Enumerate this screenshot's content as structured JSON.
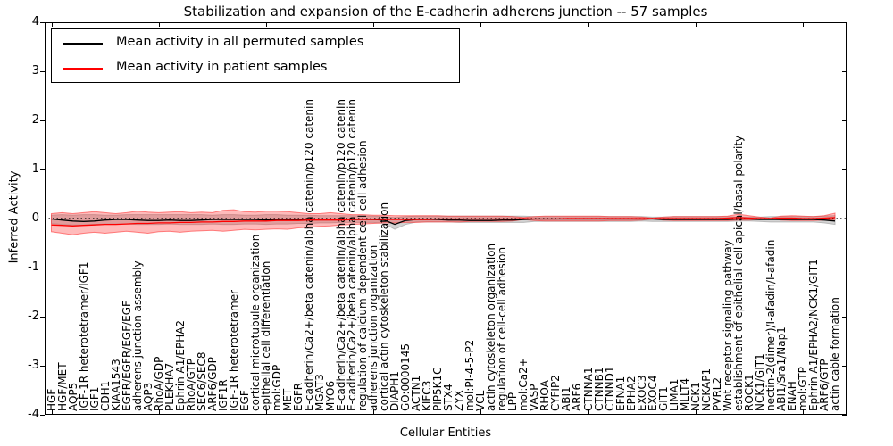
{
  "title": "Stabilization and expansion of the E-cadherin adherens junction -- 57 samples",
  "axes": {
    "xlabel": "Cellular Entities",
    "ylabel": "Inferred Activity",
    "ytick_labels": [
      "4",
      "3",
      "2",
      "1",
      "0",
      "-1",
      "-2",
      "-3",
      "-4"
    ]
  },
  "legend": {
    "items": [
      {
        "label": "Mean activity in all permuted samples",
        "color": "#000000"
      },
      {
        "label": "Mean activity in patient samples",
        "color": "#ff0000"
      }
    ]
  },
  "colors": {
    "permuted_line": "#000000",
    "patient_line": "#ff0000",
    "permuted_band": "#a8a8a8",
    "patient_band": "#ff3030",
    "zero_line": "#000000"
  },
  "chart_data": {
    "type": "line",
    "title": "Stabilization and expansion of the E-cadherin adherens junction -- 57 samples",
    "xlabel": "Cellular Entities",
    "ylabel": "Inferred Activity",
    "ylim": [
      -4,
      4
    ],
    "yticks": [
      4,
      3,
      2,
      1,
      0,
      -1,
      -2,
      -3,
      -4
    ],
    "grid": false,
    "legend_position": "upper left",
    "x_categories": [
      "HGF",
      "HGF/MET",
      "AQP5",
      "IGF-1R heterotetramer/IGF1",
      "IGF1",
      "CDH1",
      "KIAA1543",
      "EGFR/EGFR/EGF/EGF",
      "adherens junction assembly",
      "AQP3",
      "RhoA/GDP",
      "PLEKHA7",
      "Ephrin A1/EPHA2",
      "RhoA/GTP",
      "SEC6/SEC8",
      "ARF6/GDP",
      "IGF1R",
      "IGF-1R heterotetramer",
      "EGF",
      "cortical microtubule organization",
      "epithelial cell differentiation",
      "mol:GDP",
      "MET",
      "EGFR",
      "E-cadherin/Ca2+/beta catenin/alpha catenin/p120 catenin",
      "MGAT3",
      "MYO6",
      "E-cadherin/Ca2+/beta catenin/alpha catenin/p120 catenin",
      "E-cadherin/Ca2+/beta catenin/alpha catenin/p120 catenin",
      "regulation of calcium-dependent cell-cell adhesion",
      "adherens junction organization",
      "cortical actin cytoskeleton stabilization",
      "DIAPH1",
      "GO:0000145",
      "ACTN1",
      "KIFC3",
      "PIP5K1C",
      "STX4",
      "ZYX",
      "mol:PI-4-5-P2",
      "VCL",
      "actin cytoskeleton organization",
      "regulation of cell-cell adhesion",
      "LPP",
      "mol:Ca2+",
      "VASP",
      "RHOA",
      "CYFIP2",
      "ABI1",
      "ARF6",
      "CTNNA1",
      "CTNNB1",
      "CTNND1",
      "EFNA1",
      "EPHA2",
      "EXOC3",
      "EXOC4",
      "GIT1",
      "LIMA1",
      "MLLT4",
      "NCK1",
      "NCKAP1",
      "PVRL2",
      "Wnt receptor signaling pathway",
      "establishment of epithelial cell apical/basal polarity",
      "ROCK1",
      "NCK1/GIT1",
      "nectin-2(dimer)/I-afadin/I-afadin",
      "ABI1/Sra1/Nap1",
      "ENAH",
      "mol:GTP",
      "Ephrin A1/EPHA2/NCK1/GIT1",
      "ARF6/GTP",
      "actin cable formation"
    ],
    "series": [
      {
        "name": "Mean activity in all permuted samples",
        "color": "#000000",
        "values": [
          -0.01,
          -0.03,
          -0.05,
          -0.06,
          -0.05,
          -0.03,
          -0.02,
          -0.02,
          -0.03,
          -0.04,
          -0.04,
          -0.03,
          -0.04,
          -0.04,
          -0.03,
          -0.02,
          -0.02,
          -0.02,
          -0.02,
          -0.02,
          -0.03,
          -0.02,
          -0.02,
          -0.02,
          -0.03,
          -0.02,
          -0.02,
          -0.02,
          -0.02,
          -0.02,
          -0.02,
          -0.03,
          -0.12,
          -0.04,
          -0.02,
          -0.02,
          -0.02,
          -0.03,
          -0.03,
          -0.04,
          -0.04,
          -0.04,
          -0.03,
          -0.03,
          -0.02,
          -0.01,
          -0.01,
          -0.01,
          -0.01,
          -0.01,
          -0.01,
          -0.01,
          -0.01,
          -0.01,
          -0.01,
          -0.01,
          -0.01,
          -0.02,
          -0.02,
          -0.02,
          -0.02,
          -0.02,
          -0.02,
          -0.02,
          -0.01,
          -0.01,
          -0.02,
          -0.02,
          -0.02,
          -0.02,
          -0.02,
          -0.02,
          -0.03,
          -0.05
        ]
      },
      {
        "name": "Mean activity in patient samples",
        "color": "#ff0000",
        "values": [
          -0.13,
          -0.14,
          -0.15,
          -0.14,
          -0.13,
          -0.12,
          -0.12,
          -0.11,
          -0.1,
          -0.1,
          -0.09,
          -0.09,
          -0.08,
          -0.08,
          -0.07,
          -0.07,
          -0.06,
          -0.06,
          -0.05,
          -0.05,
          -0.05,
          -0.04,
          -0.04,
          -0.04,
          -0.03,
          -0.03,
          -0.03,
          -0.03,
          -0.02,
          -0.02,
          -0.02,
          -0.02,
          -0.02,
          -0.02,
          -0.02,
          -0.02,
          -0.01,
          -0.01,
          -0.01,
          -0.01,
          -0.01,
          -0.01,
          -0.01,
          -0.01,
          0.0,
          -0.01,
          -0.01,
          -0.01,
          0.0,
          0.0,
          0.0,
          0.0,
          0.0,
          0.0,
          0.0,
          0.0,
          0.0,
          0.0,
          0.0,
          0.0,
          0.0,
          0.0,
          0.0,
          0.01,
          0.02,
          0.01,
          0.0,
          0.0,
          0.01,
          0.01,
          0.0,
          0.0,
          0.01,
          0.02
        ]
      }
    ],
    "bands": [
      {
        "name": "permuted-std-band",
        "color": "#a8a8a8",
        "opacity": 0.5,
        "hi": [
          0.07,
          0.08,
          0.07,
          0.08,
          0.08,
          0.07,
          0.07,
          0.08,
          0.08,
          0.08,
          0.08,
          0.08,
          0.08,
          0.08,
          0.08,
          0.07,
          0.08,
          0.08,
          0.07,
          0.07,
          0.08,
          0.08,
          0.07,
          0.07,
          0.07,
          0.06,
          0.06,
          0.06,
          0.06,
          0.05,
          0.05,
          0.04,
          0.02,
          0.04,
          0.05,
          0.05,
          0.05,
          0.05,
          0.05,
          0.05,
          0.05,
          0.05,
          0.05,
          0.05,
          0.05,
          0.04,
          0.04,
          0.04,
          0.04,
          0.04,
          0.04,
          0.04,
          0.04,
          0.04,
          0.04,
          0.04,
          0.03,
          0.03,
          0.04,
          0.04,
          0.04,
          0.04,
          0.04,
          0.04,
          0.03,
          0.03,
          0.03,
          0.04,
          0.04,
          0.04,
          0.04,
          0.04,
          0.05,
          0.06
        ],
        "lo": [
          -0.1,
          -0.12,
          -0.13,
          -0.13,
          -0.12,
          -0.11,
          -0.11,
          -0.11,
          -0.12,
          -0.12,
          -0.12,
          -0.11,
          -0.12,
          -0.12,
          -0.12,
          -0.11,
          -0.12,
          -0.12,
          -0.11,
          -0.11,
          -0.12,
          -0.11,
          -0.11,
          -0.1,
          -0.1,
          -0.09,
          -0.09,
          -0.08,
          -0.08,
          -0.08,
          -0.08,
          -0.1,
          -0.22,
          -0.12,
          -0.07,
          -0.07,
          -0.07,
          -0.07,
          -0.08,
          -0.08,
          -0.08,
          -0.08,
          -0.08,
          -0.08,
          -0.08,
          -0.06,
          -0.06,
          -0.06,
          -0.06,
          -0.06,
          -0.06,
          -0.06,
          -0.06,
          -0.06,
          -0.06,
          -0.05,
          -0.06,
          -0.06,
          -0.06,
          -0.06,
          -0.06,
          -0.06,
          -0.06,
          -0.06,
          -0.05,
          -0.05,
          -0.06,
          -0.07,
          -0.07,
          -0.07,
          -0.07,
          -0.07,
          -0.09,
          -0.12
        ]
      },
      {
        "name": "patient-std-band",
        "color": "#ff3030",
        "opacity": 0.33,
        "hi": [
          0.1,
          0.12,
          0.1,
          0.12,
          0.14,
          0.12,
          0.1,
          0.12,
          0.15,
          0.13,
          0.12,
          0.13,
          0.14,
          0.12,
          0.13,
          0.12,
          0.17,
          0.18,
          0.14,
          0.13,
          0.15,
          0.15,
          0.14,
          0.12,
          0.1,
          0.1,
          0.12,
          0.1,
          0.08,
          0.08,
          0.07,
          0.07,
          0.06,
          0.06,
          0.06,
          0.06,
          0.06,
          0.05,
          0.05,
          0.05,
          0.05,
          0.05,
          0.05,
          0.04,
          0.02,
          0.04,
          0.05,
          0.05,
          0.05,
          0.05,
          0.05,
          0.05,
          0.04,
          0.04,
          0.04,
          0.03,
          0.01,
          0.03,
          0.04,
          0.04,
          0.04,
          0.04,
          0.04,
          0.05,
          0.09,
          0.06,
          0.03,
          0.01,
          0.05,
          0.06,
          0.05,
          0.04,
          0.06,
          0.11
        ],
        "lo": [
          -0.27,
          -0.3,
          -0.33,
          -0.3,
          -0.28,
          -0.3,
          -0.28,
          -0.26,
          -0.28,
          -0.3,
          -0.27,
          -0.26,
          -0.28,
          -0.26,
          -0.25,
          -0.24,
          -0.26,
          -0.24,
          -0.22,
          -0.23,
          -0.22,
          -0.21,
          -0.22,
          -0.19,
          -0.18,
          -0.16,
          -0.15,
          -0.13,
          -0.12,
          -0.11,
          -0.1,
          -0.09,
          -0.09,
          -0.08,
          -0.08,
          -0.07,
          -0.07,
          -0.07,
          -0.07,
          -0.06,
          -0.06,
          -0.06,
          -0.06,
          -0.05,
          -0.02,
          -0.04,
          -0.05,
          -0.05,
          -0.05,
          -0.05,
          -0.05,
          -0.05,
          -0.04,
          -0.04,
          -0.04,
          -0.03,
          -0.01,
          -0.03,
          -0.04,
          -0.04,
          -0.04,
          -0.04,
          -0.04,
          -0.04,
          -0.03,
          -0.03,
          -0.02,
          -0.01,
          -0.03,
          -0.04,
          -0.04,
          -0.04,
          -0.03,
          -0.02
        ]
      }
    ],
    "reference_lines": [
      {
        "name": "zero-line",
        "y": 0,
        "style": "dotted",
        "color": "#000000"
      }
    ]
  }
}
